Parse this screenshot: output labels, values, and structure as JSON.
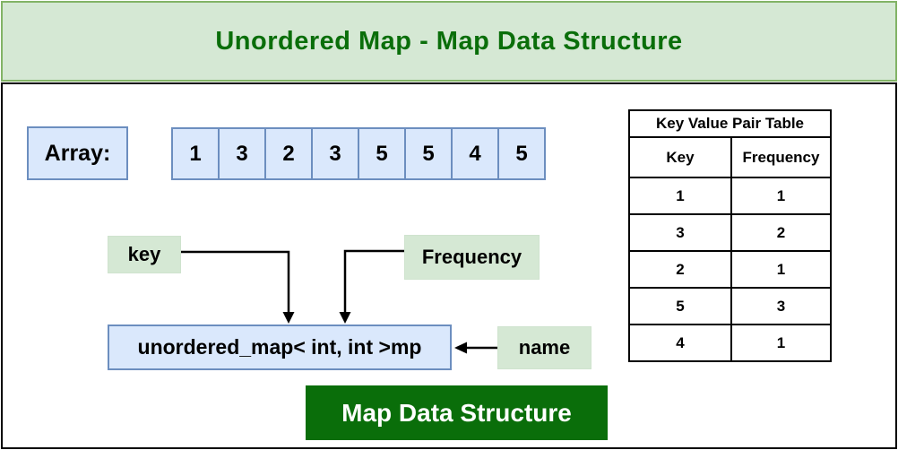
{
  "banner": {
    "title": "Unordered Map - Map Data Structure"
  },
  "array": {
    "label": "Array:",
    "cells": [
      "1",
      "3",
      "2",
      "3",
      "5",
      "5",
      "4",
      "5"
    ]
  },
  "labels": {
    "key": "key",
    "frequency": "Frequency",
    "name": "name"
  },
  "map_box": {
    "text": "unordered_map< int, int >mp"
  },
  "footer_box": {
    "text": "Map Data Structure"
  },
  "table": {
    "title": "Key Value Pair Table",
    "columns": [
      "Key",
      "Frequency"
    ],
    "rows": [
      [
        "1",
        "1"
      ],
      [
        "3",
        "2"
      ],
      [
        "2",
        "1"
      ],
      [
        "5",
        "3"
      ],
      [
        "4",
        "1"
      ]
    ]
  },
  "colors": {
    "banner_bg": "#d5e8d4",
    "banner_border": "#82b366",
    "title_text": "#0a6e0a",
    "blue_fill": "#dae8fc",
    "blue_border": "#6c8ebf",
    "green_label_bg": "#d5e8d4",
    "footer_bg": "#0a6e0a",
    "footer_text": "#ffffff",
    "arrow": "#000000"
  }
}
